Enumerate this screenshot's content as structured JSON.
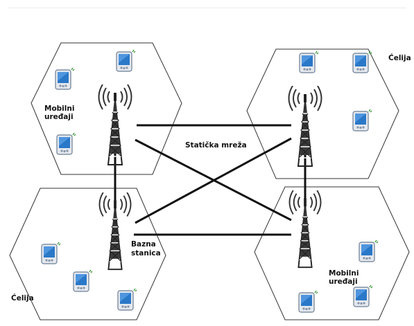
{
  "labels": {
    "mobile_devices_top_left": [
      "Mobilni",
      "uređaji"
    ],
    "mobile_devices_bottom_right": [
      "Mobilni",
      "uređaji"
    ],
    "static_network": "Statička mreža",
    "base_station": [
      "Bazna",
      "stanica"
    ],
    "cell_top_right": "Ćelija",
    "cell_bottom_left": "Ćelija"
  },
  "colors": {
    "hex_stroke": "#333333",
    "link_line": "#111111",
    "pda_blue": "#2a78c8",
    "tower": "#222222"
  },
  "icons": [
    "base-station-tower-icon",
    "mobile-device-icon"
  ]
}
